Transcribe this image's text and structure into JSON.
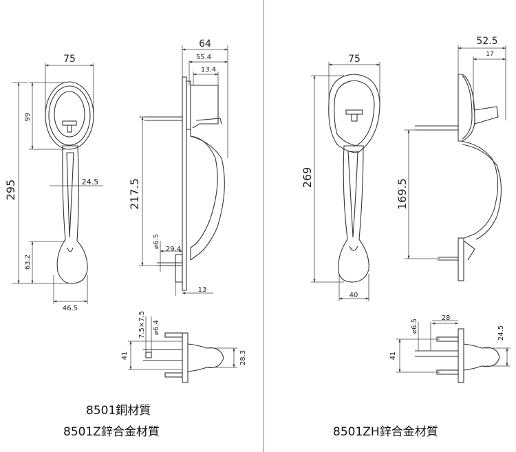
{
  "left_panel": {
    "front_view": {
      "width": "75",
      "cylinder_height": "99",
      "total_height": "295",
      "handle_width": "24.5",
      "thumb_height": "63.2",
      "bottom_width": "46.5"
    },
    "side_view": {
      "depth": "64",
      "depth_2": "55.4",
      "offset": "13.4",
      "spindle_spacing": "217.5",
      "diameter": "⌀6.5",
      "spindle_len": "29.4",
      "plate": "13"
    },
    "bottom_view": {
      "square": "7.5×7.5",
      "diameter": "⌀6.4",
      "height": "41",
      "depth": "28.3"
    },
    "caption_line1": "8501銅材質",
    "caption_line2": "8501Z鋅合金材質"
  },
  "right_panel": {
    "front_view": {
      "width": "75",
      "total_height": "269",
      "bottom_width": "40"
    },
    "side_view": {
      "depth": "52.5",
      "depth_2": "17",
      "spindle_spacing": "169.5"
    },
    "bottom_view": {
      "diameter": "⌀6.5",
      "spindle_len": "28",
      "height": "41",
      "depth": "24.5"
    },
    "caption": "8501ZH鋅合金材質"
  },
  "colors": {
    "divider": "#7fa7c8",
    "line": "#333333",
    "dim_line": "#444444"
  }
}
